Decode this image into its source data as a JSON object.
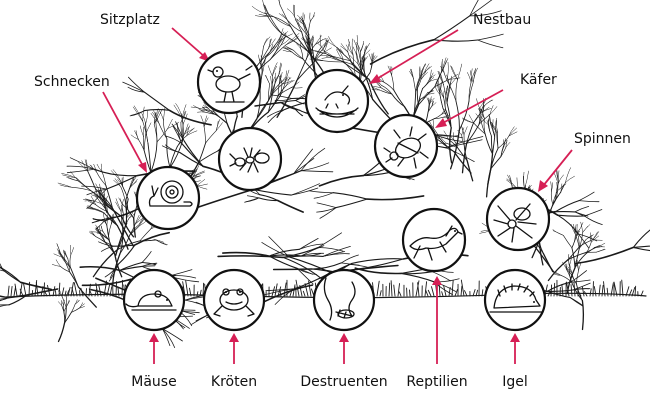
{
  "labels": {
    "sitzplatz": "Sitzplatz",
    "nestbau": "Nestbau",
    "schnecken": "Schnecken",
    "kaefer": "Käfer",
    "spinnen": "Spinnen",
    "maeuse": "Mäuse",
    "kroeten": "Kröten",
    "destruenten": "Destruenten",
    "reptilien": "Reptilien",
    "igel": "Igel"
  },
  "colors": {
    "arrow": "#d61f55",
    "ink": "#111111",
    "background": "#ffffff"
  },
  "icons": {
    "sitzplatz": "bird-icon",
    "nestbau": "nest-icon",
    "schnecken": "snail-icon",
    "kaefer": "beetle-icon",
    "spinnen": "spider-icon",
    "maeuse": "mouse-icon",
    "kroeten": "toad-icon",
    "destruenten": "worm-icon",
    "reptilien": "lizard-icon",
    "igel": "hedgehog-icon"
  }
}
